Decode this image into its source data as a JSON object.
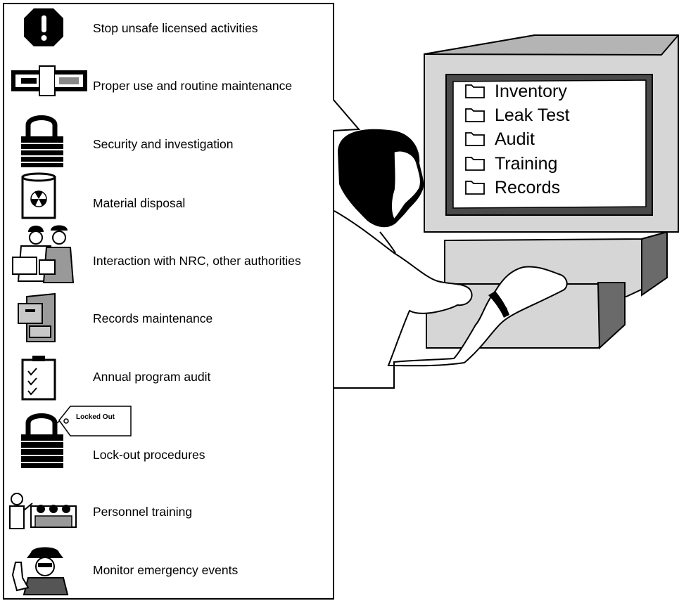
{
  "duties": [
    {
      "label": "Stop unsafe licensed activities",
      "icon": "stop-sign-icon"
    },
    {
      "label": "Proper use and routine maintenance",
      "icon": "gauge-device-icon"
    },
    {
      "label": "Security and investigation",
      "icon": "padlock-icon"
    },
    {
      "label": "Material disposal",
      "icon": "radioactive-drum-icon"
    },
    {
      "label": "Interaction with NRC, other authorities",
      "icon": "inspectors-icon"
    },
    {
      "label": "Records maintenance",
      "icon": "file-cabinet-icon"
    },
    {
      "label": "Annual program audit",
      "icon": "checklist-clipboard-icon"
    },
    {
      "label": "Lock-out procedures",
      "icon": "padlock-tag-icon"
    },
    {
      "label": "Personnel training",
      "icon": "classroom-icon"
    },
    {
      "label": "Monitor emergency events",
      "icon": "police-officer-icon"
    }
  ],
  "lockout_tag": "Locked Out",
  "screen_folders": [
    "Inventory",
    "Leak Test",
    "Audit",
    "Training",
    "Records"
  ]
}
